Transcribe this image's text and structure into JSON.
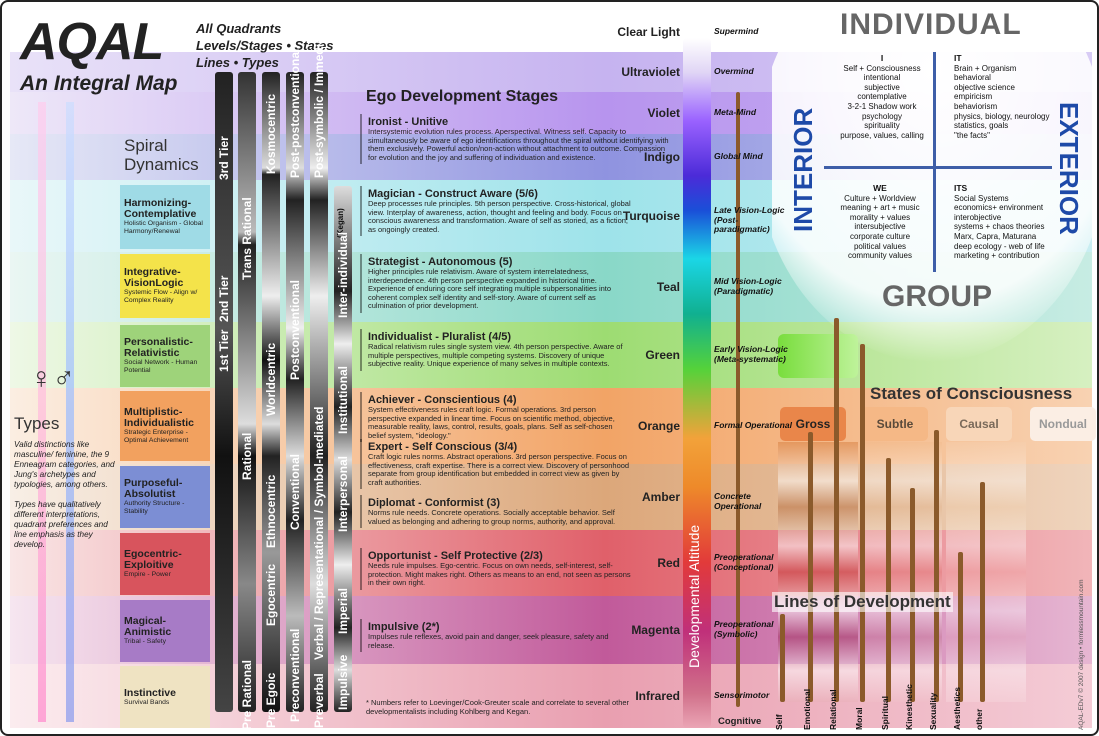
{
  "header": {
    "title": "AQAL",
    "subtitle": "An Integral Map",
    "elements": [
      "All Quadrants",
      "Levels/Stages • States",
      "Lines • Types"
    ]
  },
  "spiral": {
    "title_line1": "Spiral",
    "title_line2": "Dynamics"
  },
  "ego_title": "Ego Development Stages",
  "colors": [
    {
      "name": "Clear Light",
      "alt": "Supermind"
    },
    {
      "name": "Ultraviolet",
      "alt": "Overmind"
    },
    {
      "name": "Violet",
      "alt": "Meta-Mind"
    },
    {
      "name": "Indigo",
      "alt": "Global Mind"
    },
    {
      "name": "Turquoise",
      "alt": "Late Vision-Logic (Post-paradigmatic)"
    },
    {
      "name": "Teal",
      "alt": "Mid Vision-Logic (Paradigmatic)"
    },
    {
      "name": "Green",
      "alt": "Early Vision-Logic (Meta-systematic)"
    },
    {
      "name": "Orange",
      "alt": "Formal Operational"
    },
    {
      "name": "Amber",
      "alt": "Concrete Operational"
    },
    {
      "name": "Red",
      "alt": "Preoperational (Conceptional)"
    },
    {
      "name": "Magenta",
      "alt": "Preoperational (Symbolic)"
    },
    {
      "name": "Infrared",
      "alt": "Sensorimotor"
    }
  ],
  "altitude_label": "Developmental Altitude",
  "cognitive_label": "Cognitive",
  "stages": [
    {
      "title": "Ironist - Unitive",
      "desc": "Intersystemic evolution rules process. Aperspectival. Witness self. Capacity to simultaneously be aware of ego identifications throughout the spiral without identifying with them exclusively. Powerful action/non-action without attachment to outcome. Compassion for evolution and the joy and suffering of individuation and existence."
    },
    {
      "title": "Magician - Construct Aware (5/6)",
      "desc": "Deep processes rule principles. 5th person perspective. Cross-historical, global view. Interplay of awareness, action, thought and feeling and body. Focus on conscious awareness and transformation. Aware of self as storied, as a fiction, as ongoingly created."
    },
    {
      "title": "Strategist - Autonomous (5)",
      "desc": "Higher principles rule relativism. Aware of system interrelatedness, interdependence. 4th person perspective expanded in historical time. Experience of enduring core self integrating multiple subpersonalities into coherent complex self identity and self-story. Aware of current self as culmination of prior development."
    },
    {
      "title": "Individualist - Pluralist (4/5)",
      "desc": "Radical relativism rules single system view. 4th person perspective. Aware of multiple perspectives, multiple competing systems. Discovery of unique subjective reality. Unique experience of many selves in multiple contexts."
    },
    {
      "title": "Achiever - Conscientious (4)",
      "desc": "System effectiveness rules craft logic. Formal operations. 3rd person perspective expanded in linear time. Focus on scientific method, objective, measurable reality, laws, control, results, goals, plans. Self as self-chosen belief system, \"ideology.\""
    },
    {
      "title": "Expert - Self Conscious (3/4)",
      "desc": "Craft logic rules norms. Abstract operations. 3rd person perspective. Focus on effectiveness, craft expertise. There is a correct view. Discovery of personhood separate from group identification but embedded in correct view as given by craft authorities."
    },
    {
      "title": "Diplomat - Conformist (3)",
      "desc": "Norms rule needs. Concrete operations. Socially acceptable behavior. Self valued as belonging and adhering to group norms, authority, and approval."
    },
    {
      "title": "Opportunist - Self Protective (2/3)",
      "desc": "Needs rule impulses. Ego-centric. Focus on own needs, self-interest, self-protection. Might makes right. Others as means to an end, not seen as persons in their own right."
    },
    {
      "title": "Impulsive (2*)",
      "desc": "Impulses rule reflexes, avoid pain and danger, seek pleasure, safety and release."
    }
  ],
  "footnote": "* Numbers refer to Loevinger/Cook-Greuter scale and correlate to several other developmentalists including Kohlberg and Kegan.",
  "sd_levels": [
    {
      "title": "Harmonizing-Contemplative",
      "desc": "Holistic Organism - Global Harmony/Renewal",
      "color": "#9fdbe6"
    },
    {
      "title": "Integrative-VisionLogic",
      "desc": "Systemic Flow - Align w/ Complex Reality",
      "color": "#f4e34a"
    },
    {
      "title": "Personalistic-Relativistic",
      "desc": "Social Network - Human Potential",
      "color": "#9ed37a"
    },
    {
      "title": "Multiplistic-Individualistic",
      "desc": "Strategic Enterprise - Optimal Achievement",
      "color": "#f2a15f"
    },
    {
      "title": "Purposeful-Absolutist",
      "desc": "Authority Structure - Stability",
      "color": "#7c8ed4"
    },
    {
      "title": "Egocentric-Exploitive",
      "desc": "Empire - Power",
      "color": "#d8545d"
    },
    {
      "title": "Magical-Animistic",
      "desc": "Tribal - Safety",
      "color": "#a77bc6"
    },
    {
      "title": "Instinctive",
      "desc": "Survival Bands",
      "color": "#efe3c2"
    }
  ],
  "tiers": [
    "3rd Tier",
    "2nd Tier",
    "1st Tier"
  ],
  "columns": {
    "trans_rational": "Trans Rational",
    "rational": "Rational",
    "pre_rational": "Pre Rational",
    "kosmocentric": "Kosmocentric",
    "worldcentric": "Worldcentric",
    "ethnocentric": "Ethnocentric",
    "egocentric": "Egocentric",
    "pre_egoic": "Pre Egoic",
    "post_postconventional": "Post-postconventional",
    "postconventional": "Postconventional",
    "conventional": "Conventional",
    "preconventional": "Preconventional",
    "post_symbolic": "Post-symbolic / Immediate",
    "verbal": "Verbal / Representational / Symbol-mediated",
    "preverbal": "Preverbal",
    "inter_individual": "Inter-individual",
    "kegan": "(Kegan)",
    "institutional": "Institutional",
    "interpersonal": "Interpersonal",
    "imperial": "Imperial",
    "impulsive": "Impulsive"
  },
  "types": {
    "symbols": "♀♂",
    "title": "Types",
    "p1": "Valid distinctions like masculine/ feminine, the 9 Enneagram categories, and Jung's archetypes and typologies, among others.",
    "p2": "Types have qualitatively different interpretations, quadrant preferences and line emphasis as they develop."
  },
  "quadrants": {
    "individual": "INDIVIDUAL",
    "group": "GROUP",
    "interior": "INTERIOR",
    "exterior": "EXTERIOR",
    "i_head": "I",
    "i_lines": [
      "Self + Consciousness",
      "intentional",
      "subjective",
      "contemplative",
      "3-2-1 Shadow work",
      "psychology",
      "spirituality",
      "purpose, values, calling"
    ],
    "it_head": "IT",
    "it_lines": [
      "Brain + Organism",
      "behavioral",
      "objective science",
      "empiricism",
      "behaviorism",
      "physics, biology, neurology",
      "statistics, goals",
      "\"the facts\""
    ],
    "we_head": "WE",
    "we_lines": [
      "Culture + Worldview",
      "meaning + art + music",
      "morality + values",
      "intersubjective",
      "corporate culture",
      "political values",
      "community values"
    ],
    "its_head": "ITS",
    "its_lines": [
      "Social Systems",
      "economics+ environment",
      "interobjective",
      "systems + chaos theories",
      "Marx, Capra, Maturana",
      "deep ecology - web of life",
      "marketing + contribution"
    ]
  },
  "states": {
    "title": "States of Consciousness",
    "items": [
      "Gross",
      "Subtle",
      "Causal",
      "Nondual"
    ]
  },
  "lines": {
    "title": "Lines of Development",
    "items": [
      "Self",
      "Emotional",
      "Relational",
      "Moral",
      "Spiritual",
      "Kinesthetic",
      "Sexuality",
      "Aesthetics",
      "other"
    ]
  },
  "credit": "AQAL-EDv7  © 2007 design • formlessmountain.com"
}
